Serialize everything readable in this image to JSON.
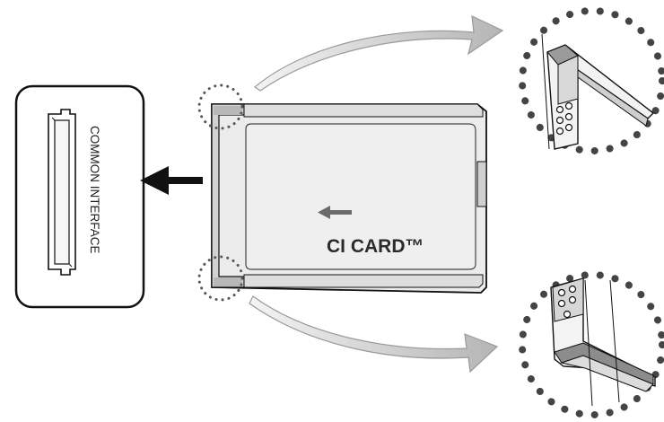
{
  "slot_panel": {
    "label": "COMMON INTERFACE"
  },
  "card": {
    "label": "CI CARD™"
  },
  "colors": {
    "outline": "#111111",
    "card_fill": "#e9e9e9",
    "card_shade": "#cfcfcf",
    "arrow_gray": "#c9c9c9",
    "dots": "#555555"
  },
  "icons": [
    "insert-direction-arrow",
    "card-direction-arrow",
    "curved-arrow-top",
    "curved-arrow-bottom",
    "dotted-circle",
    "card-corner-detail"
  ]
}
